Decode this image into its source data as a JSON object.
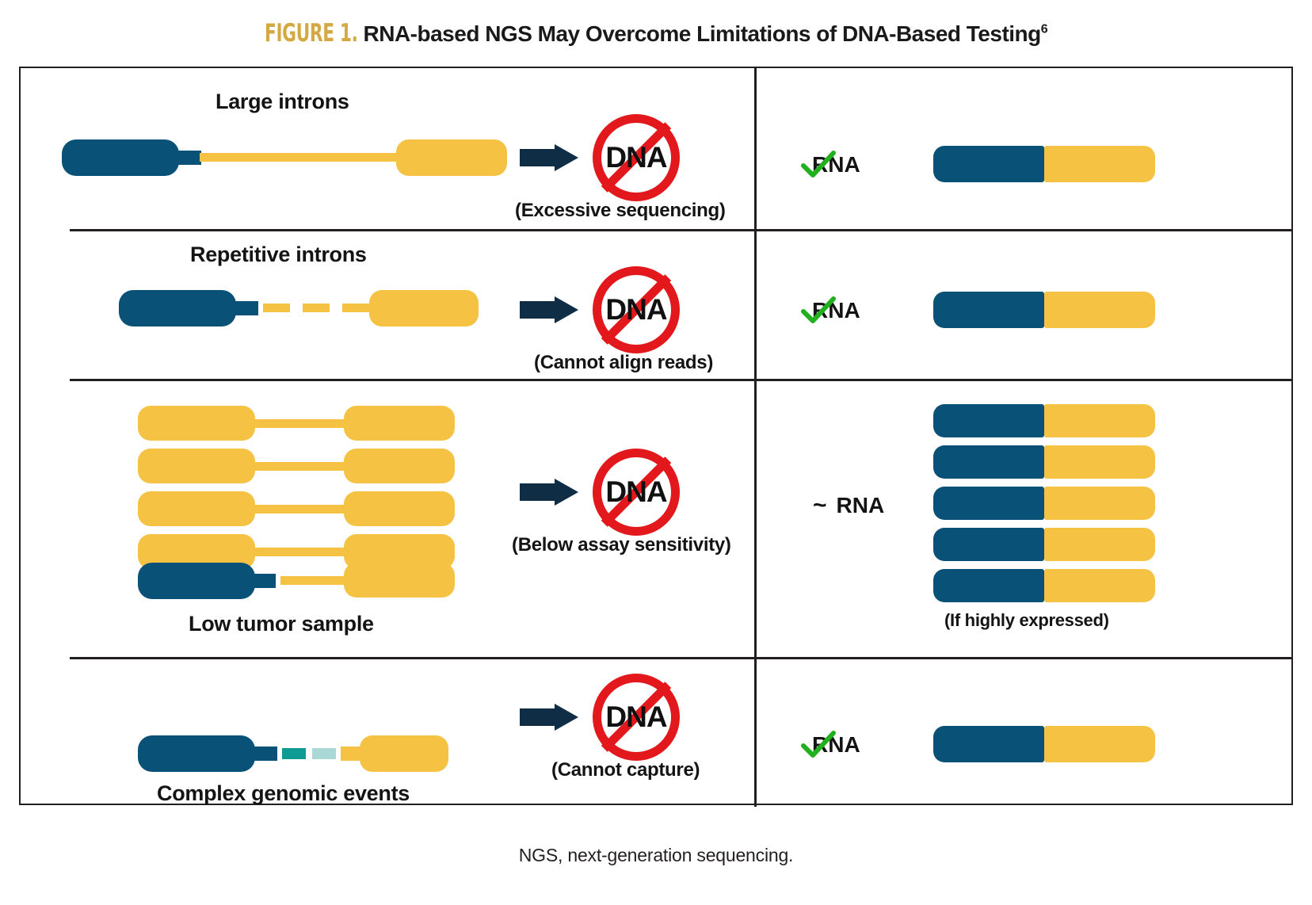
{
  "title": {
    "figure_label": "FIGURE 1.",
    "text": "RNA-based NGS May Overcome Limitations of DNA-Based Testing",
    "superscript": "6"
  },
  "footer": {
    "note": "NGS, next-generation sequencing."
  },
  "icons": {
    "arrow": "right-arrow-icon",
    "prohibition": "prohibition-circle-icon",
    "check": "green-check-icon"
  },
  "colors": {
    "dark_blue": "#0a5178",
    "yellow": "#f5c243",
    "navy_arrow": "#102d46",
    "red_prohibition": "#e2181c",
    "green_check": "#22b01e",
    "title_gold": "#d6a843",
    "teal": "#0d9b94",
    "light_teal": "#a9d8d6",
    "border": "#231f20"
  },
  "rows": [
    {
      "id": "large-introns",
      "left_label": "Large introns",
      "dna_text": "DNA",
      "dna_caption": "(Excessive sequencing)",
      "rna_marker": "check",
      "rna_text": "RNA",
      "rna_caption": ""
    },
    {
      "id": "repetitive-introns",
      "left_label": "Repetitive introns",
      "dna_text": "DNA",
      "dna_caption": "(Cannot align reads)",
      "rna_marker": "check",
      "rna_text": "RNA",
      "rna_caption": ""
    },
    {
      "id": "low-tumor-sample",
      "left_label": "Low tumor sample",
      "dna_text": "DNA",
      "dna_caption": "(Below assay sensitivity)",
      "rna_marker": "tilde",
      "rna_marker_glyph": "~",
      "rna_text": "RNA",
      "rna_caption": "(If highly expressed)",
      "transcript_count": 5
    },
    {
      "id": "complex-genomic-events",
      "left_label": "Complex genomic events",
      "dna_text": "DNA",
      "dna_caption": "(Cannot capture)",
      "rna_marker": "check",
      "rna_text": "RNA",
      "rna_caption": ""
    }
  ]
}
